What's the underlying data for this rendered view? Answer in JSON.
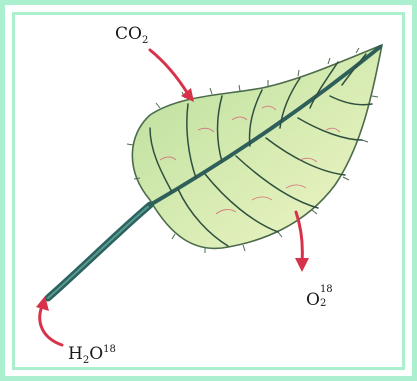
{
  "labels": {
    "co2": {
      "base": "CO",
      "sub": "2"
    },
    "o2": {
      "base": "O",
      "sub": "2",
      "sup": "18"
    },
    "h2o": {
      "pre": "H",
      "sub": "2",
      "mid": "O",
      "sup": "18"
    }
  },
  "colors": {
    "frame_border": "#aaf0cf",
    "leaf_fill": "#c8e6a8",
    "leaf_light": "#eef5c4",
    "leaf_edge": "#3a5a3a",
    "vein": "#2f4f3f",
    "midrib": "#3a6f6a",
    "stem": "#2f6763",
    "arrow": "#d8324a"
  }
}
